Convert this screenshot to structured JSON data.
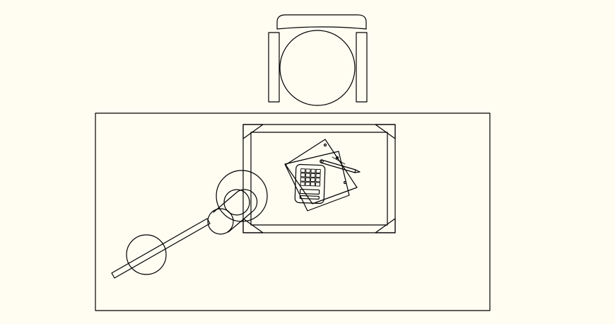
{
  "drawing": {
    "background_color": "#fffdf2",
    "line_color": "#000000",
    "objects": [
      "office-chair",
      "desk",
      "desk-blotter",
      "paper-sheets",
      "calculator",
      "pen",
      "desk-lamp"
    ]
  }
}
